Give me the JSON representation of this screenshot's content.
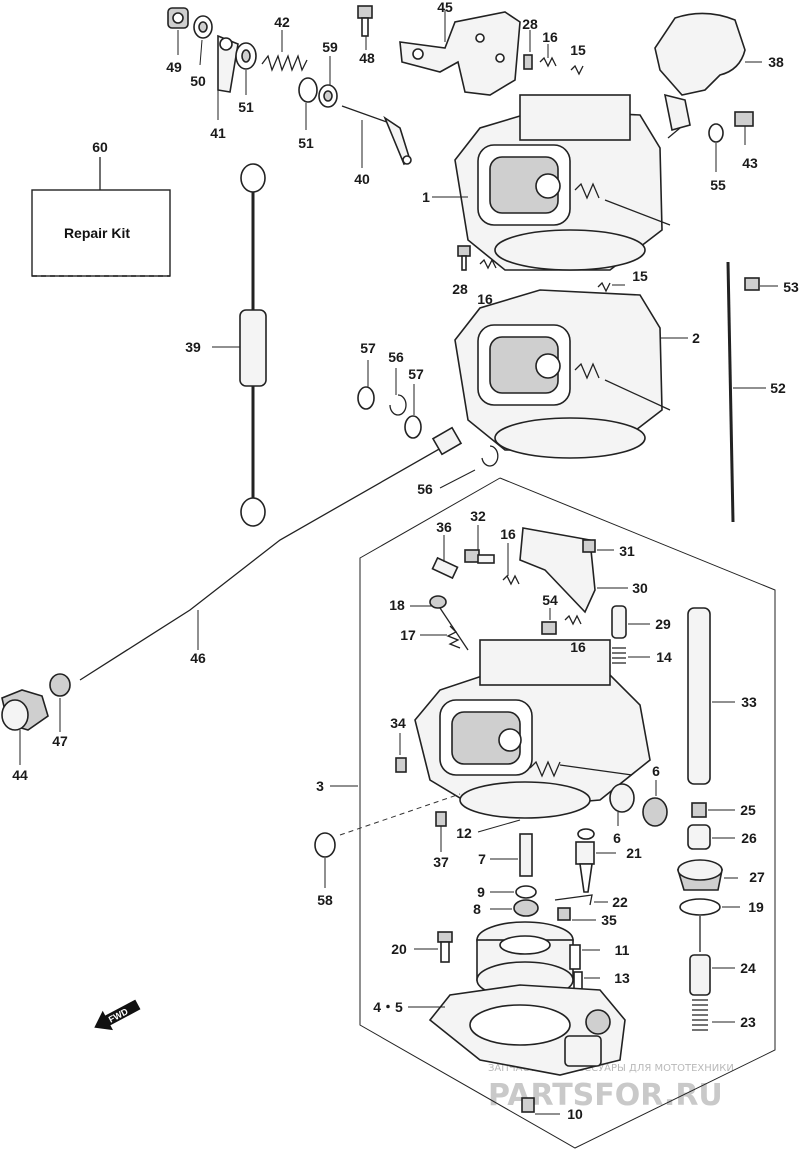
{
  "diagram": {
    "repair_kit": {
      "number": "60",
      "label": "Repair Kit"
    },
    "fwd_arrow": "FWD",
    "watermark": {
      "line1": "ЗАПЧАСТИ И АКСЕССУАРЫ ДЛЯ МОТОТЕХНИКИ",
      "line2": "PARTSFOR.RU"
    },
    "callouts": {
      "c49": "49",
      "c50": "50",
      "c42": "42",
      "c59": "59",
      "c51a": "51",
      "c41": "41",
      "c51b": "51",
      "c40": "40",
      "c45": "45",
      "c48": "48",
      "c28a": "28",
      "c16a": "16",
      "c15a": "15",
      "c38": "38",
      "c43": "43",
      "c55": "55",
      "c1": "1",
      "c28b": "28",
      "c16b": "16",
      "c15b": "15",
      "c53": "53",
      "c39": "39",
      "c57a": "57",
      "c56a": "56",
      "c57b": "57",
      "c2": "2",
      "c52": "52",
      "c56b": "56",
      "c36": "36",
      "c32": "32",
      "c16c": "16",
      "c31": "31",
      "c30": "30",
      "c18": "18",
      "c54": "54",
      "c29": "29",
      "c17": "17",
      "c16d": "16",
      "c14": "14",
      "c46": "46",
      "c33": "33",
      "c44": "44",
      "c47": "47",
      "c34": "34",
      "c6a": "6",
      "c3": "3",
      "c25": "25",
      "c12": "12",
      "c6b": "6",
      "c26": "26",
      "c37": "37",
      "c7": "7",
      "c21": "21",
      "c27": "27",
      "c58": "58",
      "c9": "9",
      "c22": "22",
      "c8": "8",
      "c35": "35",
      "c19": "19",
      "c20": "20",
      "c11": "11",
      "c13": "13",
      "c24": "24",
      "c45b": "4・5",
      "c23": "23",
      "c10": "10"
    }
  }
}
